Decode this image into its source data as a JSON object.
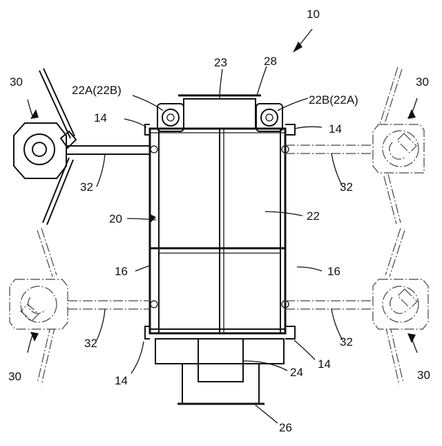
{
  "figure": {
    "reference_numeral": "10",
    "labels": {
      "tr23": "23",
      "tr28": "28",
      "tr22a_left": "22A(22B)",
      "tr22b_right": "22B(22A)",
      "n30_tl": "30",
      "n30_tr": "30",
      "n30_bl": "30",
      "n30_br": "30",
      "n14_tl": "14",
      "n14_tr": "14",
      "n14_bl": "14",
      "n14_br": "14",
      "n32_tl": "32",
      "n32_tr": "32",
      "n32_bl": "32",
      "n32_br": "32",
      "n20": "20",
      "n22": "22",
      "n16_l": "16",
      "n16_r": "16",
      "n24": "24",
      "n26": "26"
    }
  }
}
